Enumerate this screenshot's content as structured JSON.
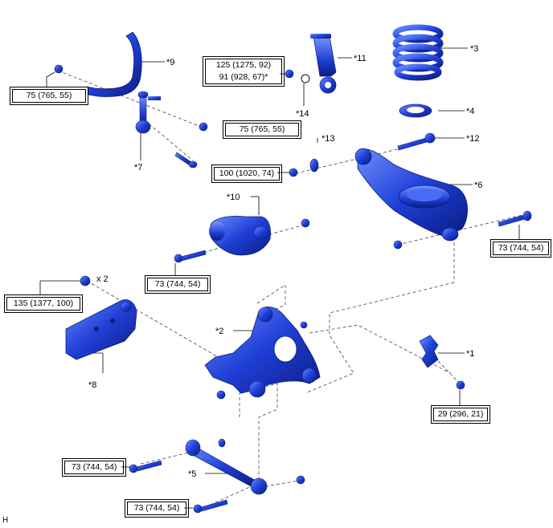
{
  "colors": {
    "part": "#1f3fd6",
    "part_dark": "#0b1f8a",
    "part_light": "#5f86ff",
    "line": "#333333"
  },
  "callouts": {
    "c1": "*1",
    "c2": "*2",
    "c3": "*3",
    "c4": "*4",
    "c5": "*5",
    "c6": "*6",
    "c7": "*7",
    "c8": "*8",
    "c9": "*9",
    "c10": "*10",
    "c11": "*11",
    "c12": "*12",
    "c13": "*13",
    "c14": "*14"
  },
  "torques": {
    "stab_bar_bracket": "75 (765, 55)",
    "stab_link_nut": "75 (765, 55)",
    "shock_absorber_line1": "125 (1275, 92)",
    "shock_absorber_line2": "91 (928, 67)*",
    "lower_arm_inner": "100 (1020, 74)",
    "lower_arm_outer": "73 (744, 54)",
    "toe_link": "73 (744, 54)",
    "carrier_member": "135 (1377, 100)",
    "bracket_bolt": "29 (296, 21)",
    "upper_arm_inner": "73 (744, 54)",
    "upper_arm_outer": "73 (744, 54)"
  },
  "multiplier": "x 2",
  "diagram_code": "H"
}
